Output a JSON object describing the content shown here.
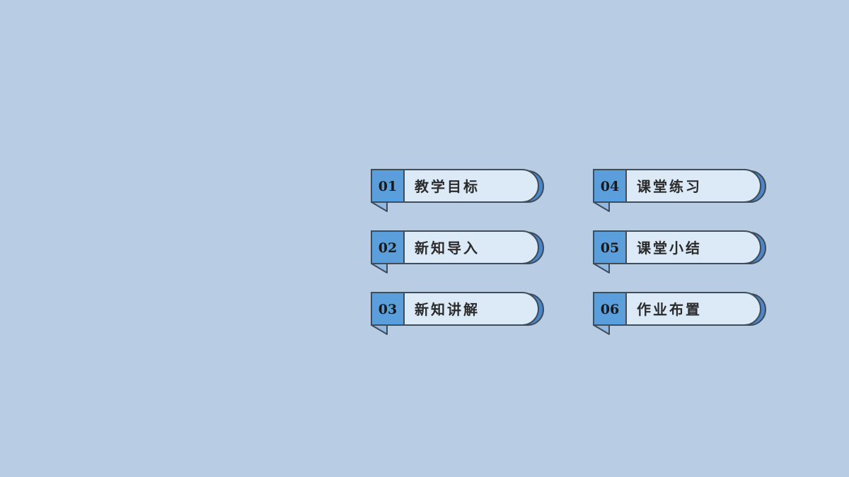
{
  "menu": {
    "items": [
      {
        "number": "01",
        "label": "教学目标"
      },
      {
        "number": "02",
        "label": "新知导入"
      },
      {
        "number": "03",
        "label": "新知讲解"
      },
      {
        "number": "04",
        "label": "课堂练习"
      },
      {
        "number": "05",
        "label": "课堂小结"
      },
      {
        "number": "06",
        "label": "作业布置"
      }
    ]
  },
  "colors": {
    "background": "#b8cce4",
    "number_tab": "#5a9fdc",
    "label_fill": "#dceaf7",
    "shadow": "#4a86c8",
    "outline": "#3f4c5a",
    "fold": "#8fb8e2"
  }
}
